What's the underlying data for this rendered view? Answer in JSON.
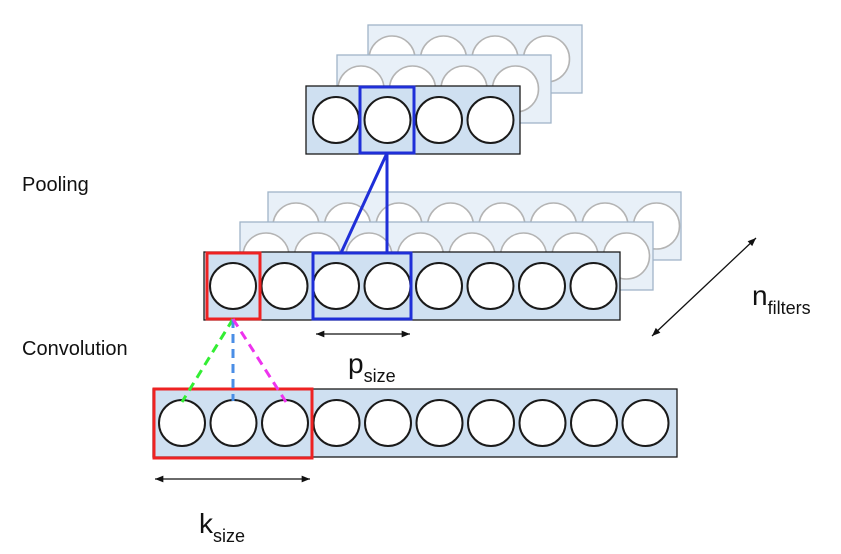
{
  "labels": {
    "pooling": "Pooling",
    "convolution": "Convolution",
    "p_symbol": "p",
    "p_subscript": "size",
    "k_symbol": "k",
    "k_subscript": "size",
    "n_symbol": "n",
    "n_subscript": "filters"
  },
  "colors": {
    "layer_fill": "#cfe0f1",
    "layer_border": "#1a1a1a",
    "ghost_fill": "#e8f0f8",
    "ghost_border": "#a0b4c8",
    "ghost_circle": "#b4b4b4",
    "kernel_box": "#ee2222",
    "pool_box": "#1f2fd8",
    "line_green": "#33ee33",
    "line_blue": "#4a8ee6",
    "line_magenta": "#ee33ee"
  },
  "structure": {
    "input_neurons": 10,
    "conv_neurons": 8,
    "pool_neurons": 4,
    "kernel_size": 3,
    "pool_size": 2,
    "ghost_filter_layers": 2
  }
}
